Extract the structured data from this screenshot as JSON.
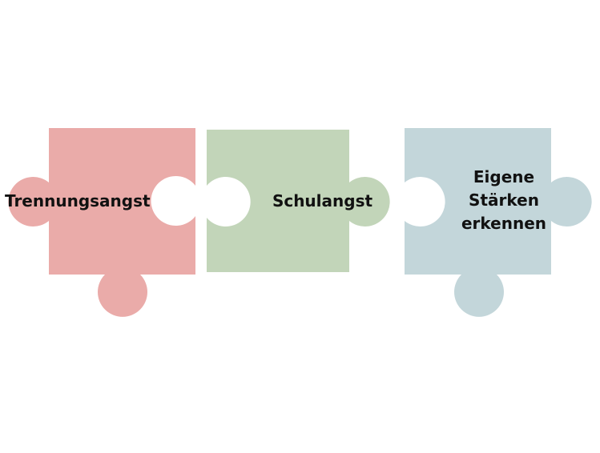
{
  "pieces": [
    {
      "label_lines": [
        "Trennungsangst"
      ],
      "color": "#eaaba9"
    },
    {
      "label_lines": [
        "Schulangst"
      ],
      "color": "#c2d5b9"
    },
    {
      "label_lines": [
        "Eigene",
        "Stärken",
        "erkennen"
      ],
      "color": "#c3d6da"
    }
  ]
}
